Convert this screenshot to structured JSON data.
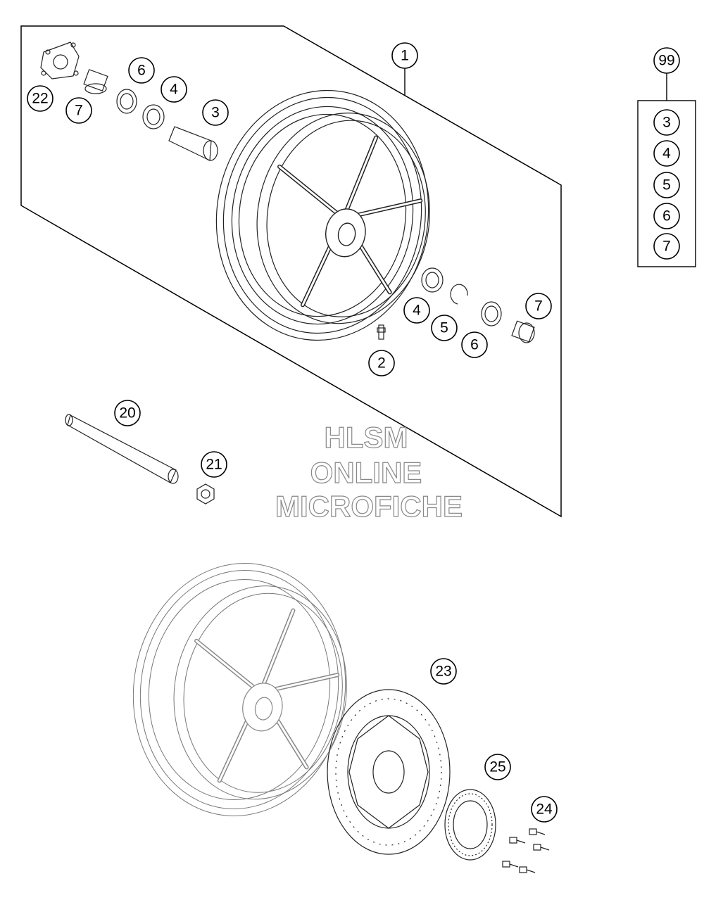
{
  "callouts": {
    "c1": "1",
    "c2": "2",
    "c3a": "3",
    "c4a": "4",
    "c4b": "4",
    "c5": "5",
    "c6a": "6",
    "c6b": "6",
    "c7a": "7",
    "c7b": "7",
    "c20": "20",
    "c21": "21",
    "c22": "22",
    "c23": "23",
    "c24": "24",
    "c25": "25",
    "c99": "99"
  },
  "kit_99": [
    "3",
    "4",
    "5",
    "6",
    "7"
  ],
  "watermark": {
    "line1": "HLSM",
    "line2": "ONLINE",
    "line3": "MICROFICHE"
  }
}
